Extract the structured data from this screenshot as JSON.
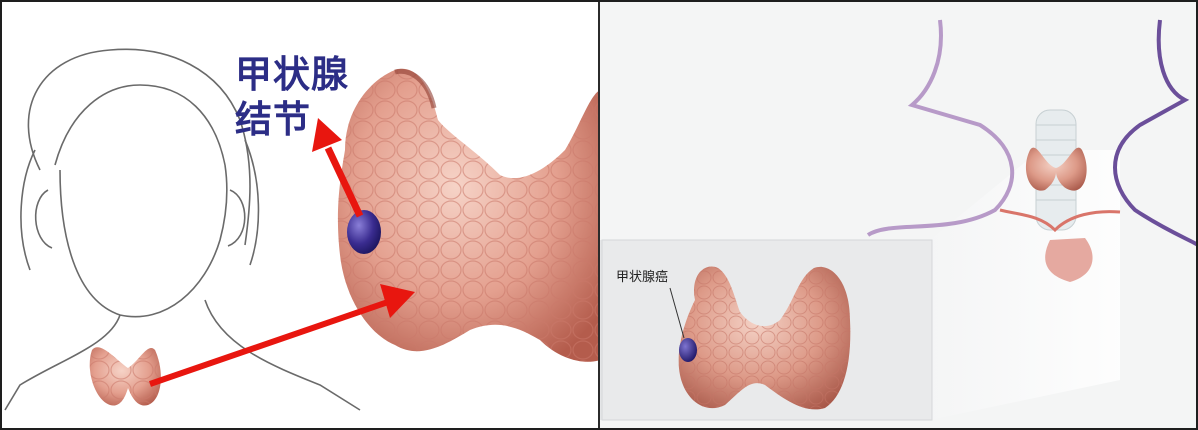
{
  "left_panel": {
    "label_line1": "甲状腺",
    "label_line2": "结节"
  },
  "right_panel": {
    "label": "甲状腺癌"
  },
  "colors": {
    "label_text": "#2c2d86",
    "arrow": "#e8160f",
    "thyroid_tissue": "#d98a7a",
    "nodule": "#3c2f8f",
    "neck_outline": "#9a6fb0"
  }
}
